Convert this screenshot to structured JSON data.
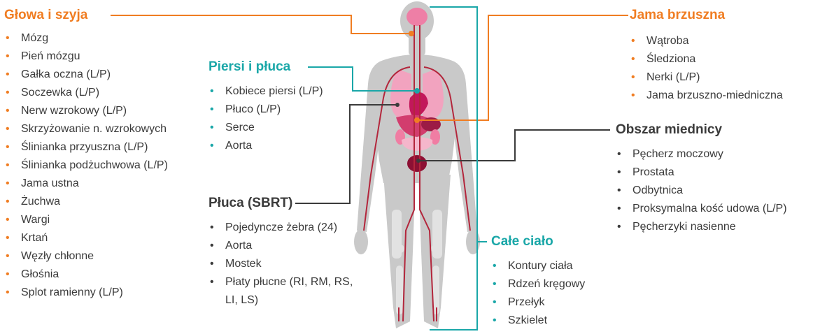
{
  "colors": {
    "orange": "#f07d22",
    "teal": "#1aa7a8",
    "dark": "#3b3b3b",
    "body_gray": "#c8c8c8",
    "organ_pink": "#ee7fa6",
    "vessel_red": "#b3263c"
  },
  "icons": {
    "figure": "human-body-anatomy-icon",
    "bullet": "bullet-dot"
  },
  "head_neck": {
    "title": "Głowa i szyja",
    "items": [
      "Mózg",
      "Pień mózgu",
      "Gałka oczna (L/P)",
      "Soczewka (L/P)",
      "Nerw wzrokowy (L/P)",
      "Skrzyżowanie n. wzrokowych",
      "Ślinianka przyuszna (L/P)",
      "Ślinianka podżuchwowa (L/P)",
      "Jama ustna",
      "Żuchwa",
      "Wargi",
      "Krtań",
      "Węzły chłonne",
      "Głośnia",
      "Splot ramienny (L/P)"
    ]
  },
  "breast_lungs": {
    "title": "Piersi i płuca",
    "items": [
      "Kobiece piersi (L/P)",
      "Płuco (L/P)",
      "Serce",
      "Aorta"
    ]
  },
  "lungs_sbrt": {
    "title": "Płuca (SBRT)",
    "items": [
      "Pojedyncze żebra (24)",
      "Aorta",
      "Mostek",
      "Płaty płucne  (RI, RM, RS,",
      "LI, LS)"
    ]
  },
  "abdomen": {
    "title": "Jama brzuszna",
    "items": [
      "Wątroba",
      "Śledziona",
      "Nerki (L/P)",
      "Jama brzuszno-miedniczna"
    ]
  },
  "pelvis": {
    "title": "Obszar miednicy",
    "items": [
      "Pęcherz moczowy",
      "Prostata",
      "Odbytnica",
      "Proksymalna kość udowa (L/P)",
      "Pęcherzyki nasienne"
    ]
  },
  "whole_body": {
    "title": "Całe ciało",
    "items": [
      "Kontury ciała",
      "Rdzeń kręgowy",
      "Przełyk",
      "Szkielet"
    ]
  }
}
